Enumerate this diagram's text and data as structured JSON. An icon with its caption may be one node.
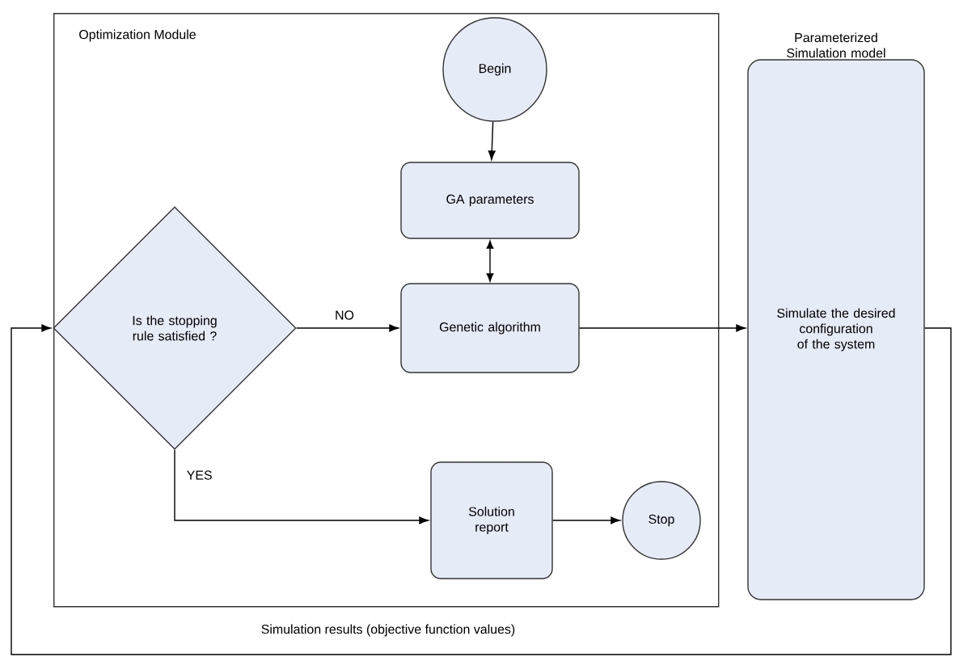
{
  "diagram": {
    "nodes": [
      {
        "text": [
          "Optimization Module"
        ]
      },
      {
        "text": [
          "Begin"
        ],
        "in": 0
      },
      {
        "text": [
          "GA parameters"
        ],
        "in": 0
      },
      {
        "text": [
          "Genetic algorithm"
        ],
        "in": 0
      },
      {
        "text": [
          "Is the stopping rule satisfied ?"
        ],
        "in": 0
      },
      {
        "text": [
          "Solution report"
        ],
        "in": 0
      },
      {
        "text": [
          "Stop"
        ],
        "in": 0
      },
      {
        "text": [
          "Parameterized Simulation model",
          "Simulate the desired configuration of the system"
        ]
      }
    ],
    "edges": [
      {
        "from": 1,
        "to": 2,
        "arrow": "to"
      },
      {
        "from": 2,
        "to": 3,
        "arrow": "both"
      },
      {
        "from": 4,
        "to": 3,
        "arrow": "to",
        "label": "NO"
      },
      {
        "from": 4,
        "to": 5,
        "arrow": "to",
        "label": "YES"
      },
      {
        "from": 5,
        "to": 6,
        "arrow": "to"
      },
      {
        "from": 3,
        "to": 7,
        "arrow": "to"
      },
      {
        "from": 7,
        "to": 4,
        "arrow": "to",
        "label": "Simulation results (objective function values)"
      }
    ]
  }
}
